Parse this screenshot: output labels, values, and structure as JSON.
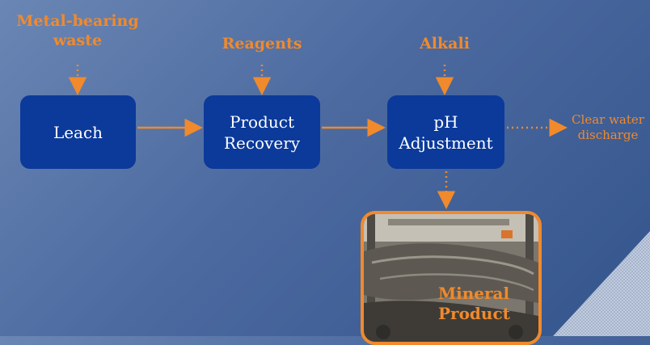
{
  "inputs": {
    "waste": "Metal-bearing\nwaste",
    "reagents": "Reagents",
    "alkali": "Alkali"
  },
  "steps": {
    "leach": "Leach",
    "recovery": "Product\nRecovery",
    "ph": "pH\nAdjustment"
  },
  "outputs": {
    "discharge": "Clear water\ndischarge",
    "product": "Mineral\nProduct"
  },
  "colors": {
    "accent": "#f08a2c",
    "box": "#0b3a9a",
    "box_text": "#ffffff"
  }
}
